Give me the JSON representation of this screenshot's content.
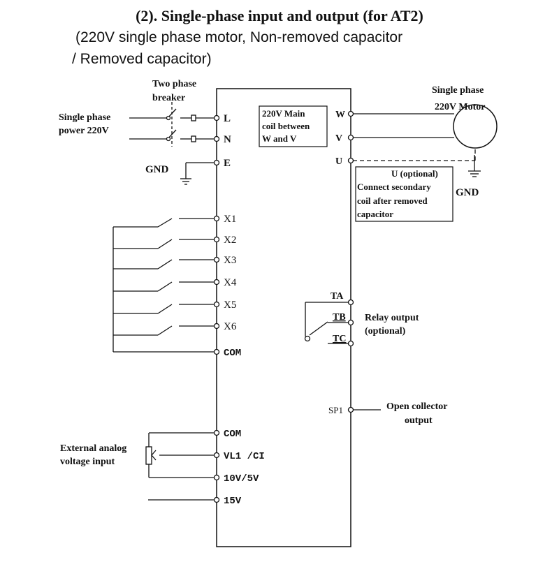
{
  "title": "(2). Single-phase input and output (for AT2)",
  "subtitle_line1": "(220V single phase motor, Non-removed capacitor",
  "subtitle_line2": "/ Removed capacitor)",
  "labels": {
    "breaker_line1": "Two phase",
    "breaker_line2": "breaker",
    "power_line1": "Single phase",
    "power_line2": "power 220V",
    "gnd_left": "GND",
    "gnd_right": "GND",
    "motor_line1": "Single phase",
    "motor_line2": "220V Motor",
    "main_coil_line1": "220V Main",
    "main_coil_line2": "coil between",
    "main_coil_line3": "W and V",
    "u_note_line1": "U (optional)",
    "u_note_line2": "Connect secondary",
    "u_note_line3": "coil after removed",
    "u_note_line4": "capacitor",
    "relay_line1": "Relay output",
    "relay_line2": "(optional)",
    "open_collector_line1": "Open collector",
    "open_collector_line2": "output",
    "analog_line1": "External analog",
    "analog_line2": "voltage input"
  },
  "terminals": {
    "L": "L",
    "N": "N",
    "E": "E",
    "X1": "X1",
    "X2": "X2",
    "X3": "X3",
    "X4": "X4",
    "X5": "X5",
    "X6": "X6",
    "COM1": "COM",
    "COM2": "COM",
    "VL1": "VL1 /CI",
    "V10": "10V/5V",
    "V15": "15V",
    "W": "W",
    "V": "V",
    "U": "U",
    "TA": "TA",
    "TB": "TB",
    "TC": "TC",
    "SP1": "SP1"
  },
  "colors": {
    "line": "#111111",
    "background": "#ffffff"
  }
}
